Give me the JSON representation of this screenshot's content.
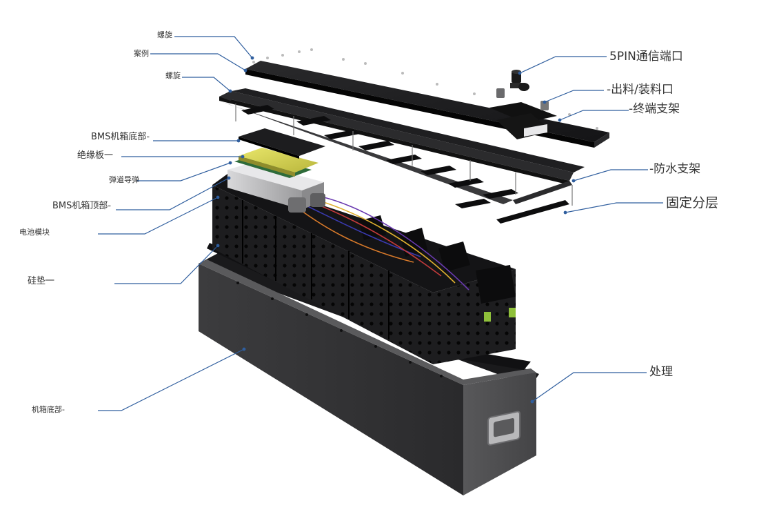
{
  "labels": {
    "screw_top": "螺旋",
    "case": "案例",
    "screw_mid": "螺旋",
    "bms_bottom": "BMS机箱底部-",
    "insulation": "绝缘板一",
    "spring": "弹道导弹",
    "bms_top": "BMS机箱顶部-",
    "battery_module": "电池模块",
    "silicone_pad": "硅垫一",
    "chassis_bottom": "机箱底部-",
    "port": "5PIN通信端口",
    "outlet": "-出料/装料口",
    "terminal_bracket": "-终端支架",
    "waterproof_bracket": "-防水支架",
    "fixed_layer": "固定分层",
    "handle": "处理"
  },
  "colors": {
    "leader_line": "#2f5e9e",
    "dark_panel": "#1c1c1e",
    "panel_edge": "#3a3a3c",
    "chassis": "#4a4a4c",
    "chassis_dark": "#2d2d2f",
    "module": "#1e1e20",
    "pcb_yellow": "#d9d650",
    "pcb_green": "#2e6b3a"
  }
}
